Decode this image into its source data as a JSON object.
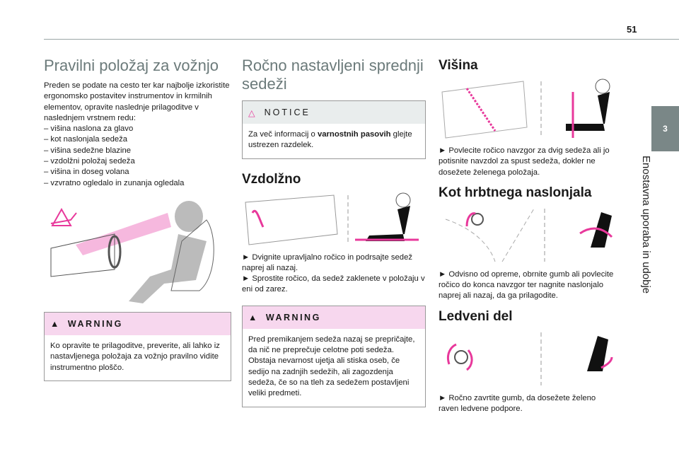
{
  "header": {
    "page_number": "51",
    "chapter_number": "3",
    "chapter_title": "Enostavna uporaba in udobje"
  },
  "col1": {
    "title": "Pravilni položaj za vožnjo",
    "intro": "Preden se podate na cesto ter kar najbolje izkoristite ergonomsko postavitev instrumentov in krmilnih elementov, opravite naslednje prilagoditve v naslednjem vrstnem redu:",
    "items": [
      "– višina naslona za glavo",
      "– kot naslonjala sedeža",
      "– višina sedežne blazine",
      "– vzdolžni položaj sedeža",
      "– višina in doseg volana",
      "– vzvratno ogledalo in zunanja ogledala"
    ],
    "warning_label": "WARNING",
    "warning_text": "Ko opravite te prilagoditve, preverite, ali lahko iz nastavljenega položaja za vožnjo pravilno vidite instrumentno ploščo."
  },
  "col2": {
    "title": "Ročno nastavljeni sprednji sedeži",
    "notice_label": "NOTICE",
    "notice_pre": "Za več informacij o ",
    "notice_bold": "varnostnih pasovih",
    "notice_post": " glejte ustrezen razdelek.",
    "section": "Vzdolžno",
    "step1": "► Dvignite upravljalno ročico in podrsajte sedež naprej ali nazaj.",
    "step2": "► Sprostite ročico, da sedež zaklenete v položaju v eni od zarez.",
    "warning_label": "WARNING",
    "warning_text1": "Pred premikanjem sedeža nazaj se prepričajte, da nič ne preprečuje celotne poti sedeža.",
    "warning_text2": "Obstaja nevarnost ujetja ali stiska oseb, če sedijo na zadnjih sedežih, ali zagozdenja sedeža, če so na tleh za sedežem postavljeni veliki predmeti."
  },
  "col3": {
    "s1_title": "Višina",
    "s1_text": "► Povlecite ročico navzgor za dvig sedeža ali jo potisnite navzdol za spust sedeža, dokler ne dosežete želenega položaja.",
    "s2_title": "Kot hrbtnega naslonjala",
    "s2_text": "► Odvisno od opreme, obrnite gumb ali povlecite ročico do konca navzgor ter nagnite naslonjalo naprej ali nazaj, da ga prilagodite.",
    "s3_title": "Ledveni del",
    "s3_text": "► Ročno zavrtite gumb, da dosežete želeno raven ledvene podpore."
  },
  "colors": {
    "accent": "#e8389b",
    "tab": "#7a8787",
    "warning_bg": "#f7d7ee"
  }
}
